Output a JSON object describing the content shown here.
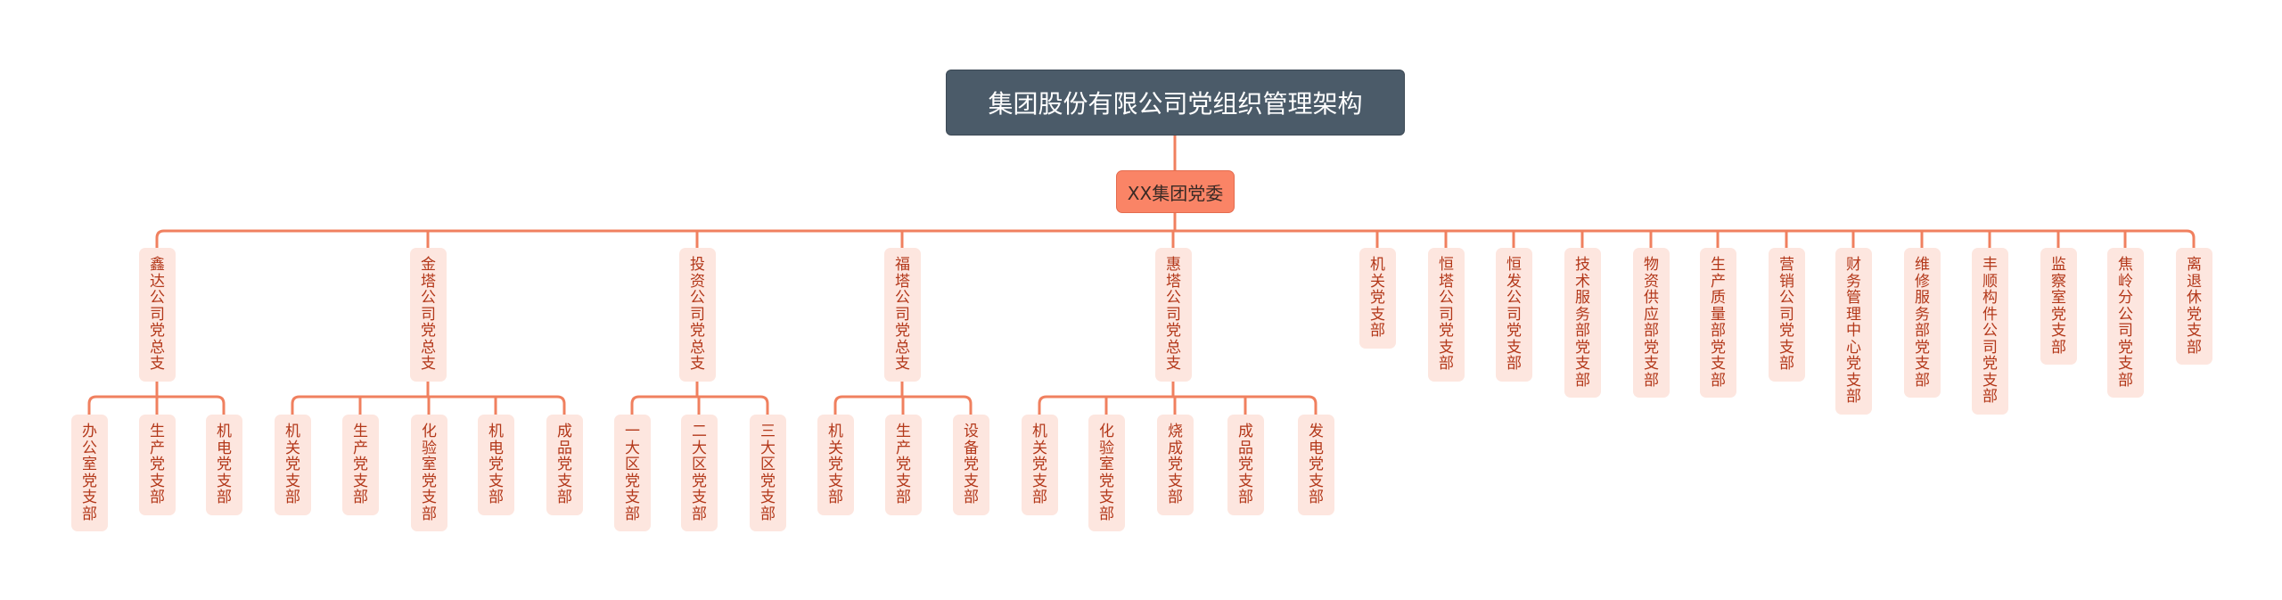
{
  "title": "集团股份有限公司党组织管理架构",
  "root": "XX集团党委",
  "colors": {
    "line": "#f0805f",
    "title_bg": "#4b5b69",
    "root_bg": "#fa8466",
    "node_bg": "#fde6df",
    "node_text": "#b3381a"
  },
  "branches": [
    {
      "label": "鑫达公司党总支",
      "children": [
        "办公室党支部",
        "生产党支部",
        "机电党支部"
      ]
    },
    {
      "label": "金塔公司党总支",
      "children": [
        "机关党支部",
        "生产党支部",
        "化验室党支部",
        "机电党支部",
        "成品党支部"
      ]
    },
    {
      "label": "投资公司党总支",
      "children": [
        "一大区党支部",
        "二大区党支部",
        "三大区党支部"
      ]
    },
    {
      "label": "福塔公司党总支",
      "children": [
        "机关党支部",
        "生产党支部",
        "设备党支部"
      ]
    },
    {
      "label": "惠塔公司党总支",
      "children": [
        "机关党支部",
        "化验室党支部",
        "烧成党支部",
        "成品党支部",
        "发电党支部"
      ]
    },
    {
      "label": "机关党支部",
      "children": []
    },
    {
      "label": "恒塔公司党支部",
      "children": []
    },
    {
      "label": "恒发公司党支部",
      "children": []
    },
    {
      "label": "技术服务部党支部",
      "children": []
    },
    {
      "label": "物资供应部党支部",
      "children": []
    },
    {
      "label": "生产质量部党支部",
      "children": []
    },
    {
      "label": "营销公司党支部",
      "children": []
    },
    {
      "label": "财务管理中心党支部",
      "children": []
    },
    {
      "label": "维修服务部党支部",
      "children": []
    },
    {
      "label": "丰顺构件公司党支部",
      "children": []
    },
    {
      "label": "监察室党支部",
      "children": []
    },
    {
      "label": "焦岭分公司党支部",
      "children": []
    },
    {
      "label": "离退休党支部",
      "children": []
    }
  ]
}
